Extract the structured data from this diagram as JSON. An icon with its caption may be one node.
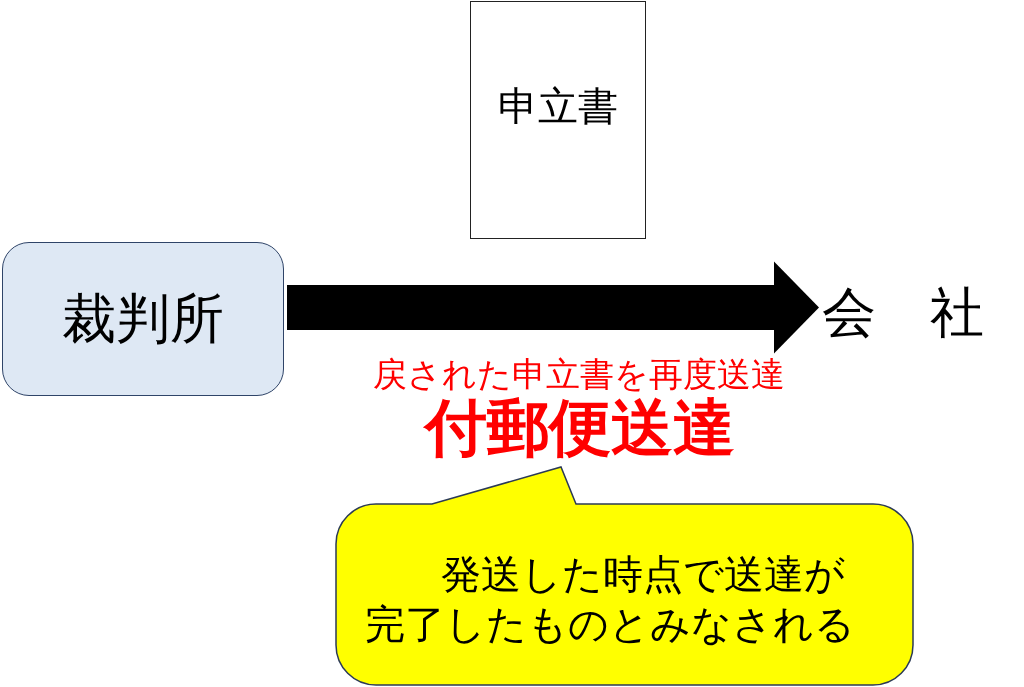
{
  "diagram": {
    "nodes": [
      {
        "text": [
          "裁判所"
        ]
      },
      {
        "text": [
          "申立書"
        ]
      },
      {
        "text": [
          "会　社"
        ]
      },
      {
        "text": [
          "発送した時点で送達が完了したものとみなされる"
        ]
      }
    ],
    "edges": [
      {
        "from": 0,
        "to": 2,
        "arrow": "to"
      }
    ],
    "labels": [
      "戻された申立書を再度送達",
      "付郵便送達"
    ]
  }
}
